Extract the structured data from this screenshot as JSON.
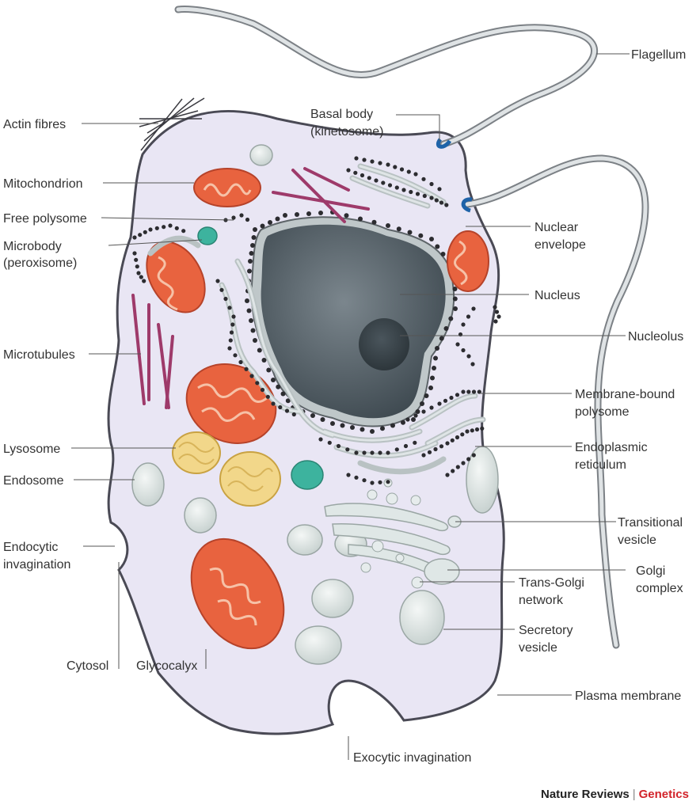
{
  "labels": {
    "flagellum": "Flagellum",
    "actin_fibres": "Actin fibres",
    "basal_body_1": "Basal body",
    "basal_body_2": "(kinetosome)",
    "mitochondrion": "Mitochondrion",
    "free_polysome": "Free polysome",
    "microbody_1": "Microbody",
    "microbody_2": "(peroxisome)",
    "nuclear_envelope_1": "Nuclear",
    "nuclear_envelope_2": "envelope",
    "nucleus": "Nucleus",
    "nucleolus": "Nucleolus",
    "microtubules": "Microtubules",
    "membrane_bound_polysome_1": "Membrane-bound",
    "membrane_bound_polysome_2": "polysome",
    "lysosome": "Lysosome",
    "endoplasmic_reticulum_1": "Endoplasmic",
    "endoplasmic_reticulum_2": "reticulum",
    "endosome": "Endosome",
    "transitional_vesicle_1": "Transitional",
    "transitional_vesicle_2": "vesicle",
    "endocytic_invagination_1": "Endocytic",
    "endocytic_invagination_2": "invagination",
    "golgi_complex_1": "Golgi",
    "golgi_complex_2": "complex",
    "trans_golgi_1": "Trans-Golgi",
    "trans_golgi_2": "network",
    "secretory_vesicle_1": "Secretory",
    "secretory_vesicle_2": "vesicle",
    "cytosol": "Cytosol",
    "glycocalyx": "Glycocalyx",
    "plasma_membrane": "Plasma membrane",
    "exocytic_invagination": "Exocytic invagination"
  },
  "credit": {
    "journal": "Nature Reviews",
    "section": "Genetics"
  },
  "colors": {
    "cytoplasm": "#e9e6f4",
    "membrane": "#4a4a55",
    "nucleus": "#56636b",
    "mitochondrion": "#e8633f",
    "vesicle": "#dfe7e6",
    "lysosome": "#f2d78a",
    "microbody": "#3db39e",
    "microtubule": "#9e3a6a",
    "accent": "#d2232a"
  }
}
